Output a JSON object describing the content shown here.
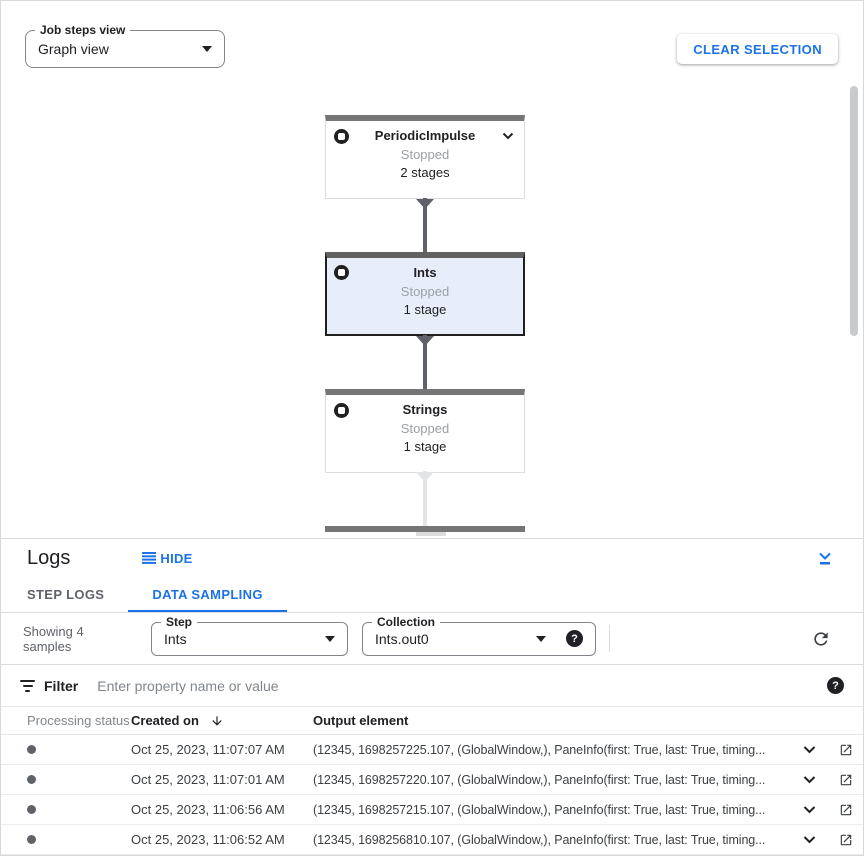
{
  "toolbar": {
    "job_steps_view": {
      "label": "Job steps view",
      "value": "Graph view"
    },
    "clear_selection_label": "CLEAR SELECTION"
  },
  "graph": {
    "nodes": [
      {
        "title": "PeriodicImpulse",
        "status": "Stopped",
        "stages": "2 stages"
      },
      {
        "title": "Ints",
        "status": "Stopped",
        "stages": "1 stage"
      },
      {
        "title": "Strings",
        "status": "Stopped",
        "stages": "1 stage"
      }
    ]
  },
  "logs_panel": {
    "title": "Logs",
    "hide_label": "HIDE",
    "tabs": {
      "step_logs": "STEP LOGS",
      "data_sampling": "DATA SAMPLING"
    },
    "sampling_bar": {
      "showing_text": "Showing 4 samples",
      "step": {
        "label": "Step",
        "value": "Ints"
      },
      "collection": {
        "label": "Collection",
        "value": "Ints.out0"
      },
      "help_glyph": "?"
    },
    "filter_bar": {
      "label": "Filter",
      "placeholder": "Enter property name or value",
      "help_glyph": "?"
    },
    "table": {
      "headers": {
        "processing_status": "Processing status",
        "created_on": "Created on",
        "output_element": "Output element"
      },
      "rows": [
        {
          "created_on": "Oct 25, 2023, 11:07:07 AM",
          "output_element": "(12345, 1698257225.107, (GlobalWindow,), PaneInfo(first: True, last: True, timing..."
        },
        {
          "created_on": "Oct 25, 2023, 11:07:01 AM",
          "output_element": "(12345, 1698257220.107, (GlobalWindow,), PaneInfo(first: True, last: True, timing..."
        },
        {
          "created_on": "Oct 25, 2023, 11:06:56 AM",
          "output_element": "(12345, 1698257215.107, (GlobalWindow,), PaneInfo(first: True, last: True, timing..."
        },
        {
          "created_on": "Oct 25, 2023, 11:06:52 AM",
          "output_element": "(12345, 1698256810.107, (GlobalWindow,), PaneInfo(first: True, last: True, timing..."
        }
      ]
    }
  },
  "colors": {
    "accent_blue": "#1a73e8",
    "node_bar_gray": "#757575",
    "selected_node_bg": "#e8eef9",
    "status_text_gray": "#9aa0a6",
    "edge_dark": "#5f6368",
    "edge_light": "#e2e4e7"
  }
}
